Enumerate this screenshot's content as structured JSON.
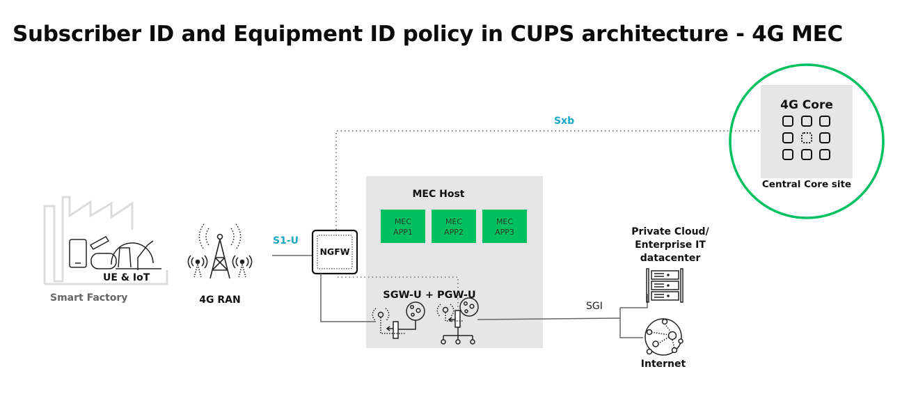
{
  "title": "Subscriber ID and Equipment ID policy in CUPS architecture - 4G MEC",
  "colors": {
    "accent_green": "#00c060",
    "interface_label": "#1aa8c4",
    "host_bg": "#e6e6e6",
    "factory_grey": "#dcdcdc"
  },
  "nodes": {
    "smart_factory": {
      "label": "Smart Factory",
      "icon": "factory-icon"
    },
    "ue_iot": {
      "label": "UE & IoT",
      "icon": "iot-devices-icon"
    },
    "ran": {
      "label": "4G RAN",
      "icon": "cell-tower-icon"
    },
    "ngfw": {
      "label": "NGFW"
    },
    "mec_host": {
      "label": "MEC Host",
      "apps": [
        {
          "line1": "MEC",
          "line2": "APP1"
        },
        {
          "line1": "MEC",
          "line2": "APP2"
        },
        {
          "line1": "MEC",
          "line2": "APP3"
        }
      ]
    },
    "gateway": {
      "label": "SGW-U + PGW-U",
      "icons": [
        "sgw-u-icon",
        "pgw-u-icon"
      ]
    },
    "core": {
      "label": "4G Core",
      "site_label": "Central Core site",
      "icon": "core-grid-icon"
    },
    "private_cloud": {
      "line1": "Private Cloud/",
      "line2": "Enterprise IT",
      "line3": "datacenter",
      "icon": "server-rack-icon"
    },
    "internet": {
      "label": "Internet",
      "icon": "globe-network-icon"
    }
  },
  "interfaces": {
    "s1u": "S1-U",
    "sxb": "Sxb",
    "sgi": "SGI"
  }
}
